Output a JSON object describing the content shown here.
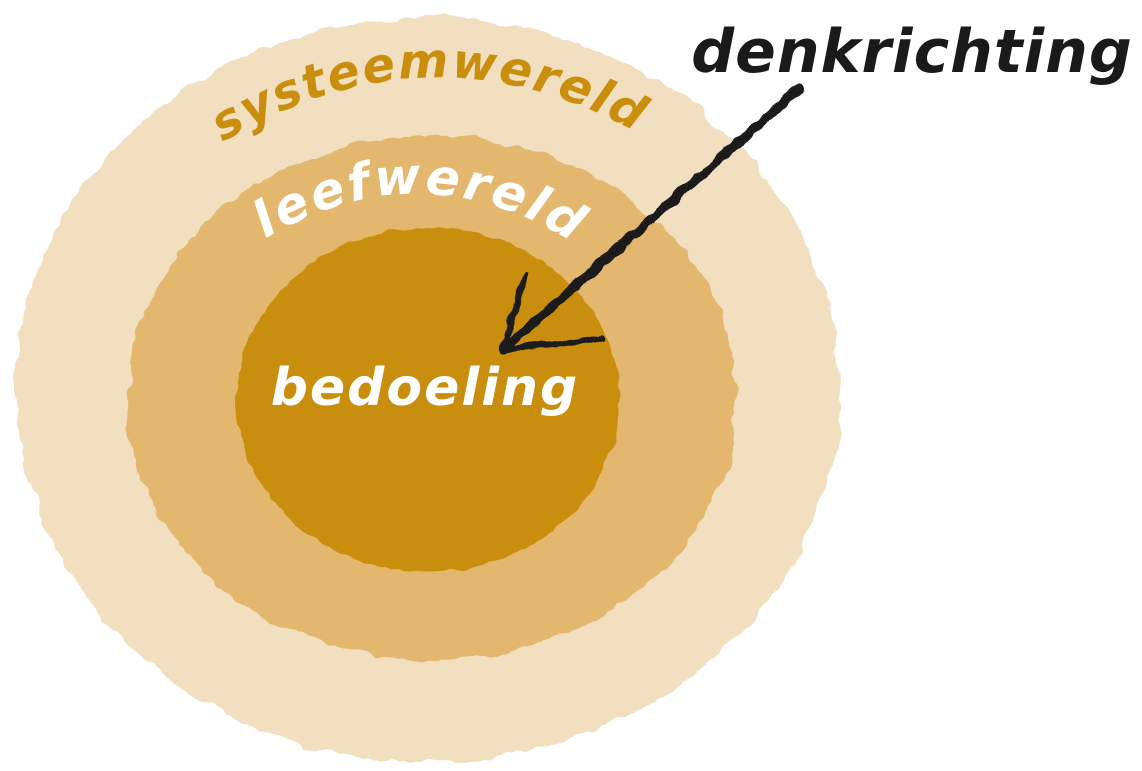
{
  "diagram": {
    "rings": [
      {
        "id": "outer",
        "label": "systeemwereld",
        "color": "#f1dfc0"
      },
      {
        "id": "middle",
        "label": "leefwereld",
        "color": "#e3b86e"
      },
      {
        "id": "inner",
        "label": "bedoeling",
        "color": "#c98e0c"
      }
    ],
    "label_colors": {
      "outer": "#c98e0c",
      "middle": "#ffffff",
      "inner": "#ffffff"
    },
    "arrow": {
      "label": "denkrichting",
      "color": "#1a1a1a"
    }
  }
}
